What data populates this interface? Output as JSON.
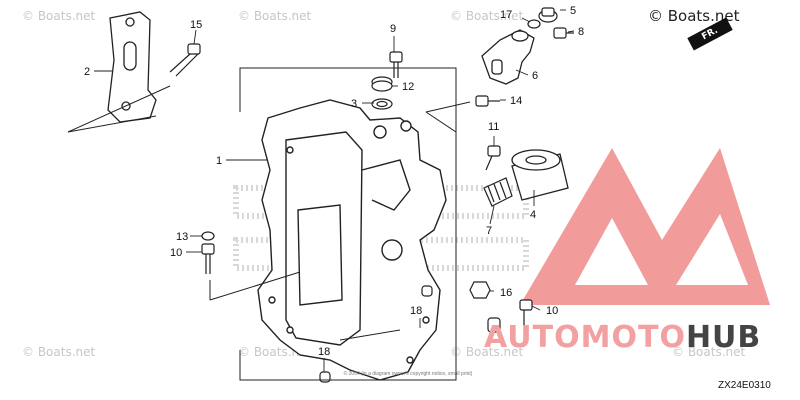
{
  "watermarks": {
    "main": "© Boats.net",
    "faint": "© Boats.net"
  },
  "badge": {
    "text": "FR."
  },
  "brand": {
    "part1": "AUTOMOTO",
    "part2": "HUB",
    "accent_color": "#f08a8a"
  },
  "part_code": "ZX24E0310",
  "fine_print": "© 2004 (in a diagram owner's copyright notice, small print)",
  "callouts": [
    "1",
    "2",
    "3",
    "4",
    "5",
    "6",
    "7",
    "8",
    "9",
    "10",
    "10",
    "11",
    "12",
    "13",
    "14",
    "15",
    "16",
    "17",
    "18",
    "18"
  ]
}
